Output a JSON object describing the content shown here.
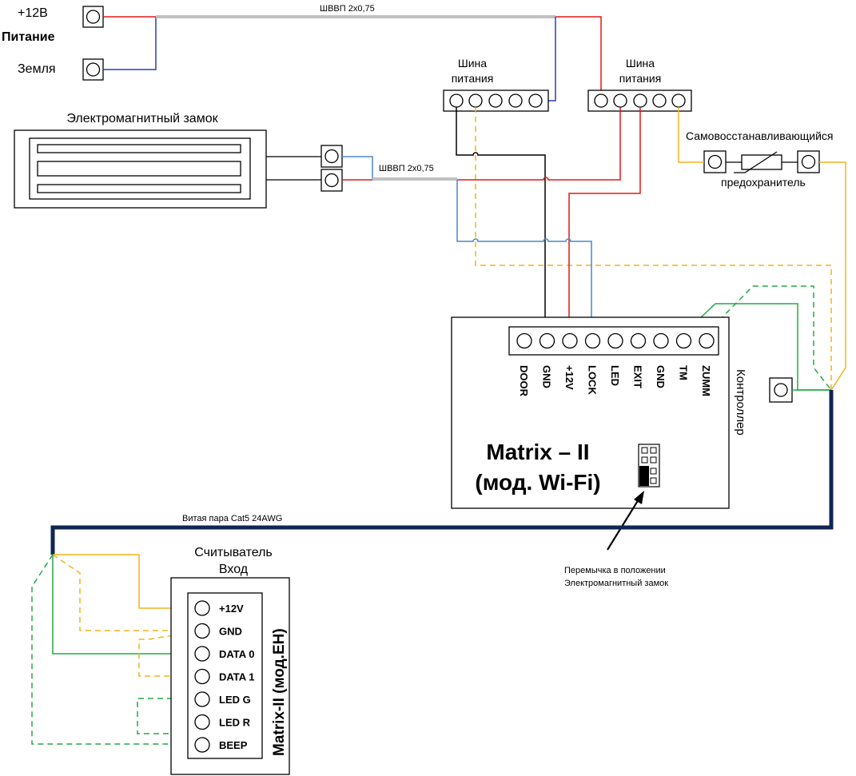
{
  "power": {
    "plus12": "+12В",
    "title": "Питание",
    "ground": "Земля"
  },
  "cables": {
    "top": "ШВВП 2х0,75",
    "lock": "ШВВП 2х0,75",
    "twisted_pair": "Витая пара Cat5 24AWG"
  },
  "bus_left": {
    "line1": "Шина",
    "line2": "питания"
  },
  "bus_right": {
    "line1": "Шина",
    "line2": "питания"
  },
  "lock": {
    "title": "Электромагнитный замок"
  },
  "fuse": {
    "line1": "Самовосстанавливающийся",
    "line2": "предохранитель"
  },
  "controller": {
    "side_label": "Контроллер",
    "name_line1": "Matrix – II",
    "name_line2": "(мод. Wi-Fi)",
    "terminals": [
      "DOOR",
      "GND",
      "+12V",
      "LOCK",
      "LED",
      "EXIT",
      "GND",
      "TM",
      "ZUMM"
    ]
  },
  "jumper_note": {
    "line1": "Перемычка в положении",
    "line2": "Электромагнитный замок"
  },
  "reader": {
    "title_line1": "Считыватель",
    "title_line2": "Вход",
    "side_label": "Matrix-II (мод.EH)",
    "terminals": [
      "+12V",
      "GND",
      "DATA 0",
      "DATA 1",
      "LED G",
      "LED R",
      "BEEP"
    ]
  },
  "colors": {
    "red": "#e0191a",
    "blue": "#2a3fb5",
    "lightblue": "#4a86c8",
    "gray": "#c0c0c0",
    "yellow": "#f3b31c",
    "green": "#27a845",
    "navy": "#0d2654",
    "black": "#000000"
  }
}
